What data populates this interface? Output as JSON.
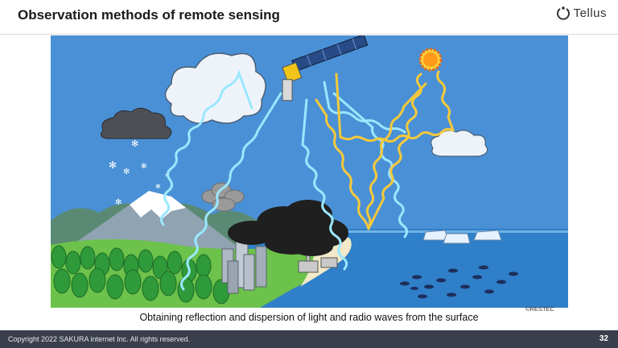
{
  "slide": {
    "title": "Observation methods of remote sensing",
    "caption": "Obtaining reflection and dispersion of light and radio waves from the surface",
    "credit": "©RESTEC"
  },
  "logo": {
    "text": "Tellus"
  },
  "footer": {
    "copyright": "Copyright 2022 SAKURA internet Inc. All rights reserved.",
    "page_number": "32"
  },
  "colors": {
    "sky": "#4a90d6",
    "sea": "#2f7fc9",
    "land_green": "#6cc24a",
    "reflected_wave": "#8fe3ff",
    "sunlight_wave": "#f3c93a",
    "footer_bg": "#3a3f4b"
  }
}
